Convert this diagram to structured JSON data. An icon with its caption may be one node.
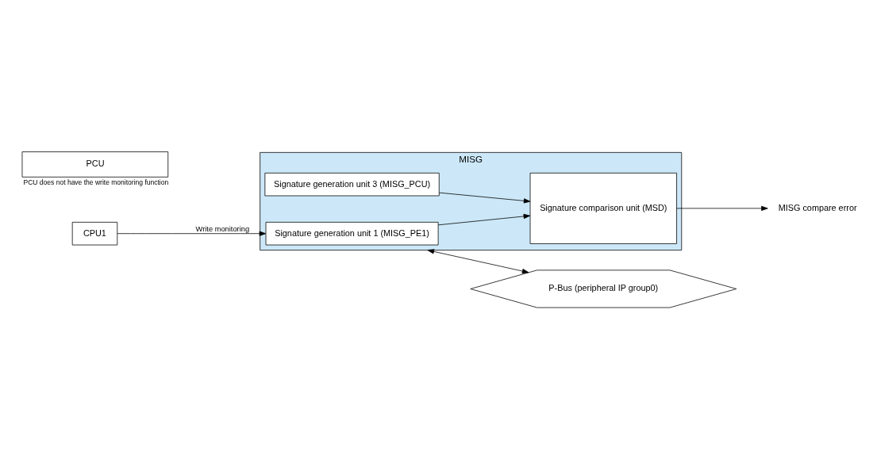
{
  "diagram": {
    "nodes": [
      {
        "text": [
          "CPU1"
        ]
      },
      {
        "text": [
          "MISG"
        ]
      },
      {
        "text": [
          "Signature generation unit 1 (MISG_PE1)"
        ],
        "in": 1
      },
      {
        "text": [
          "Signature generation unit 3 (MISG_PCU)"
        ],
        "in": 1
      },
      {
        "text": [
          "Signature comparison unit (MSD)"
        ],
        "in": 1
      },
      {
        "text": [
          "PCU"
        ],
        "beside": [
          "PCU does not have the write monitoring function"
        ]
      },
      {
        "text": [
          "MISG compare error"
        ]
      },
      {
        "text": [
          "P-Bus (peripheral IP group0)"
        ]
      }
    ],
    "edges": [
      {
        "from": 0,
        "to": 2,
        "arrow": "to",
        "label": "Write monitoring"
      },
      {
        "from": 2,
        "to": 4,
        "arrow": "to"
      },
      {
        "from": 3,
        "to": 4,
        "arrow": "to"
      },
      {
        "from": 4,
        "to": 6,
        "arrow": "to"
      },
      {
        "from": 1,
        "to": 7,
        "arrow": "both"
      }
    ]
  }
}
